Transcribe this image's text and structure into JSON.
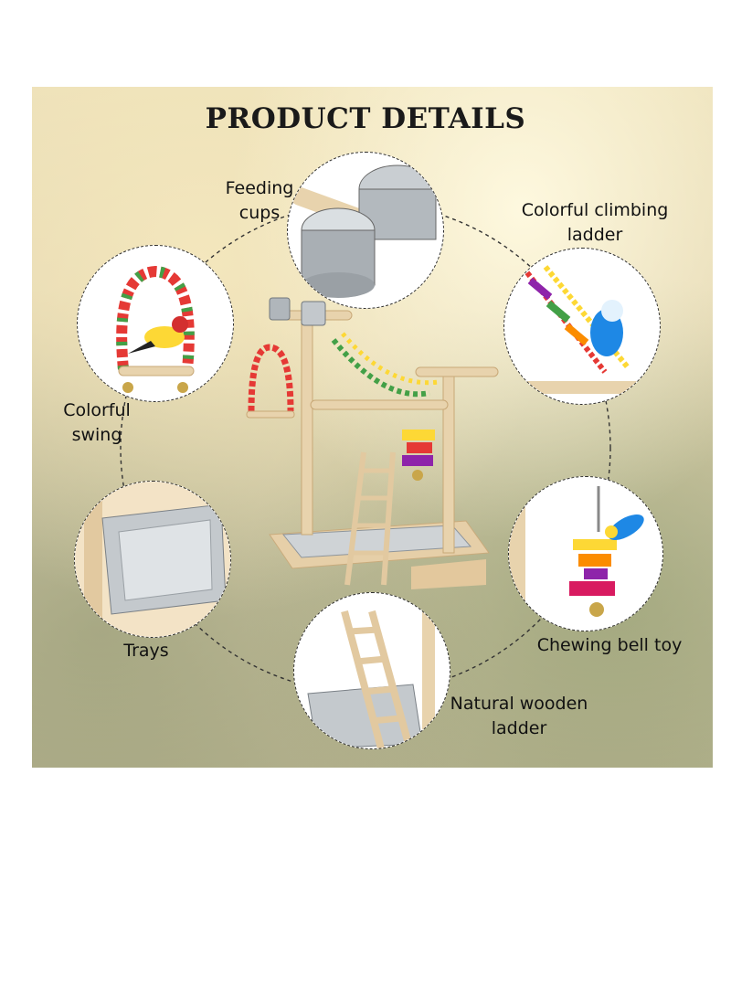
{
  "title": "PRODUCT DETAILS",
  "features": {
    "feeding_cups": {
      "line1": "Feeding",
      "line2": "cups"
    },
    "climbing_ladder": {
      "line1": "Colorful climbing",
      "line2": "ladder"
    },
    "swing": {
      "line1": "Colorful",
      "line2": "swing"
    },
    "trays": {
      "line1": "Trays"
    },
    "chewing_bell_toy": {
      "line1": "Chewing bell toy"
    },
    "wooden_ladder": {
      "line1": "Natural wooden",
      "line2": "ladder"
    }
  },
  "colors": {
    "wood": "#e2c9a0",
    "steel": "#b7bcc1",
    "bead_palette": [
      "#e53935",
      "#fdd835",
      "#43a047",
      "#1e88e5",
      "#8e24aa",
      "#fb8c00"
    ]
  }
}
